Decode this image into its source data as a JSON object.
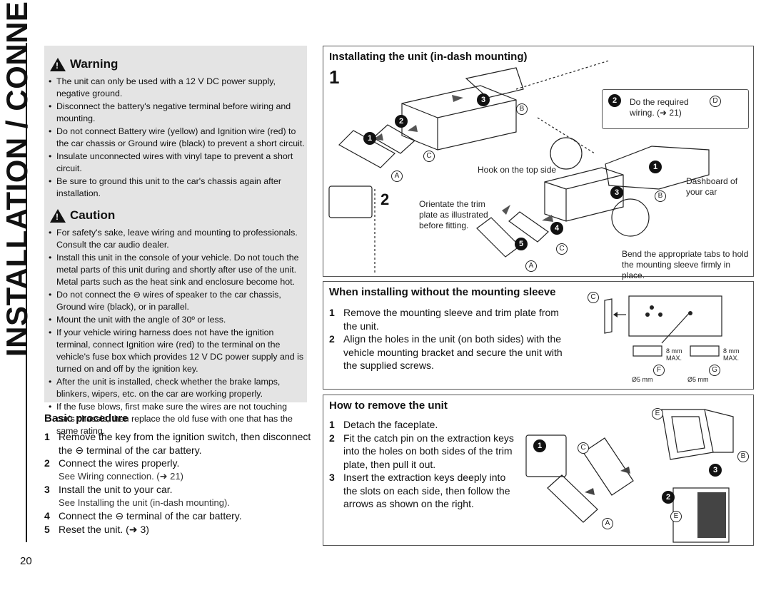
{
  "side_tab": "INSTALLATION / CONNECTION",
  "page_number": "20",
  "warning": {
    "title": "Warning",
    "items": [
      "The unit can only be used with a 12 V DC power supply, negative ground.",
      "Disconnect the battery's negative terminal before wiring and mounting.",
      "Do not connect Battery wire (yellow) and Ignition wire (red) to the car chassis or Ground wire (black) to prevent a short circuit.",
      "Insulate unconnected wires with vinyl tape to prevent a short circuit.",
      "Be sure to ground this unit to the car's chassis again after installation."
    ]
  },
  "caution": {
    "title": "Caution",
    "items": [
      "For safety's sake, leave wiring and mounting to professionals. Consult the car audio dealer.",
      "Install this unit in the console of your vehicle. Do not touch the metal parts of this unit during and shortly after use of the unit. Metal parts such as the heat sink and enclosure become hot.",
      "Do not connect the ⊖ wires of speaker to the car chassis, Ground wire (black), or in parallel.",
      "Mount the unit with the angle of 30º or less.",
      "If your vehicle wiring harness does not have the ignition terminal, connect Ignition wire (red) to the terminal on the vehicle's fuse box which provides 12 V DC power supply and is turned on and off by the ignition key.",
      "After the unit is installed, check whether the brake lamps, blinkers, wipers, etc. on the car are working properly.",
      "If the fuse blows, first make sure the wires are not touching car's chassis, then replace the old fuse with one that has the same rating."
    ]
  },
  "basic": {
    "title": "Basic procedure",
    "steps": [
      {
        "n": "1",
        "text": "Remove the key from the ignition switch, then disconnect the ⊖ terminal of the car battery.",
        "sub": ""
      },
      {
        "n": "2",
        "text": "Connect the wires properly.",
        "sub": "See Wiring connection. (➜ 21)"
      },
      {
        "n": "3",
        "text": "Install the unit to your car.",
        "sub": "See Installing the unit (in-dash mounting)."
      },
      {
        "n": "4",
        "text": "Connect the ⊖ terminal of the car battery.",
        "sub": ""
      },
      {
        "n": "5",
        "text": "Reset the unit. (➜ 3)",
        "sub": ""
      }
    ]
  },
  "install": {
    "title": "Installating the unit (in-dash mounting)",
    "step1": "1",
    "step2": "2",
    "wiring_note": "Do the required wiring. (➜ 21)",
    "hook_note": "Hook on the top side",
    "orient_note": "Orientate the trim plate as illustrated before fitting.",
    "dashboard_note": "Dashboard of your car",
    "bend_note": "Bend the appropriate tabs to hold the mounting sleeve firmly in place.",
    "num1": "1",
    "num2": "2",
    "num3": "3",
    "num4": "4",
    "num5": "5",
    "letA": "A",
    "letB": "B",
    "letC": "C",
    "letD": "D"
  },
  "without_sleeve": {
    "title": "When installing without the mounting sleeve",
    "steps": [
      {
        "n": "1",
        "text": "Remove the mounting sleeve and trim plate from the unit."
      },
      {
        "n": "2",
        "text": "Align the holes in the unit (on both sides) with the vehicle mounting bracket and secure the unit with the supplied screws."
      }
    ],
    "screw_f_len": "8 mm MAX.",
    "screw_g_len": "8 mm MAX.",
    "screw_f_dia": "Ø5 mm",
    "screw_g_dia": "Ø5 mm",
    "letC": "C",
    "letF": "F",
    "letG": "G"
  },
  "remove": {
    "title": "How to remove the unit",
    "steps": [
      {
        "n": "1",
        "text": "Detach the faceplate."
      },
      {
        "n": "2",
        "text": "Fit the catch pin on the extraction keys into the holes on both sides of the trim plate, then pull it out."
      },
      {
        "n": "3",
        "text": "Insert the extraction keys deeply into the slots on each side, then follow the arrows as shown on the right."
      }
    ],
    "num1": "1",
    "num2": "2",
    "num3": "3",
    "letA": "A",
    "letB": "B",
    "letC": "C",
    "letE": "E"
  }
}
